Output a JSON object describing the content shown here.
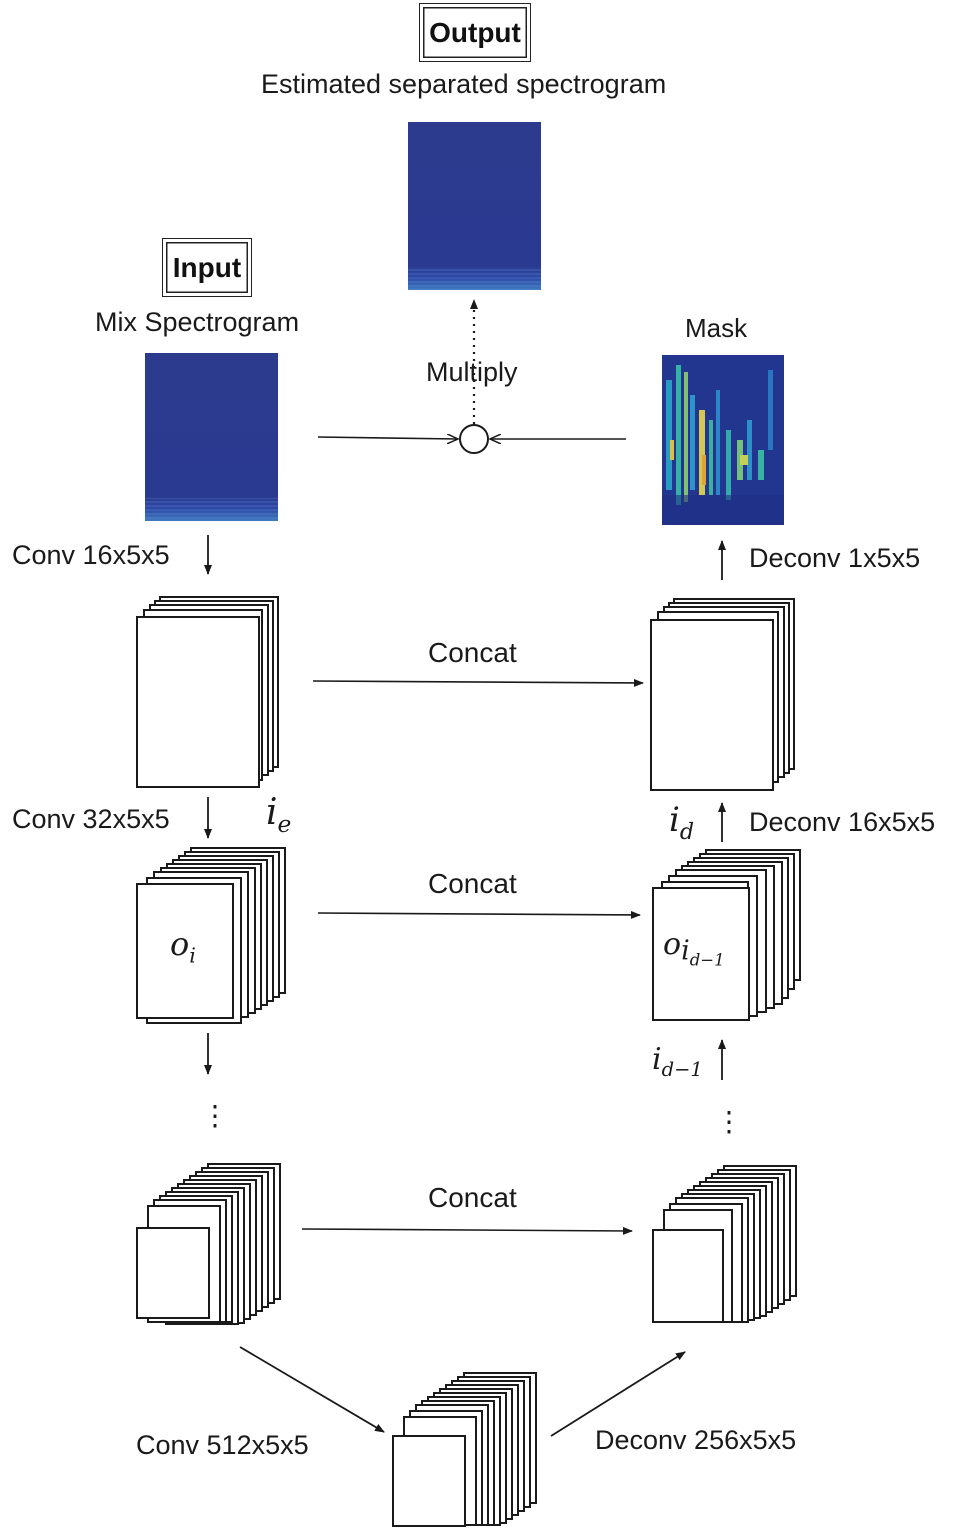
{
  "output": {
    "box_label": "Output",
    "caption": "Estimated separated spectrogram"
  },
  "input": {
    "box_label": "Input",
    "caption": "Mix Spectrogram"
  },
  "mask": {
    "caption": "Mask"
  },
  "multiply": {
    "label": "Multiply"
  },
  "encoder": {
    "conv1": "Conv 16x5x5",
    "conv2": "Conv 32x5x5",
    "conv_last": "Conv 512x5x5",
    "ie": "i",
    "ie_sub": "e",
    "oi": "o",
    "oi_sub": "i",
    "dots": "⋮"
  },
  "decoder": {
    "deconv_mask": "Deconv 1x5x5",
    "deconv1": "Deconv 16x5x5",
    "deconv_first": "Deconv 256x5x5",
    "id": "i",
    "id_sub": "d",
    "oid": "o",
    "oid_sub": "i",
    "oid_subsub": "d−1",
    "id1": "i",
    "id1_sub": "d−1",
    "dots": "⋮"
  },
  "concat": {
    "label1": "Concat",
    "label2": "Concat",
    "label3": "Concat"
  },
  "colors": {
    "spectrogram_bg": "#2b3a8c",
    "mask_bg": "#243c9a",
    "line": "#1a1a1a"
  }
}
